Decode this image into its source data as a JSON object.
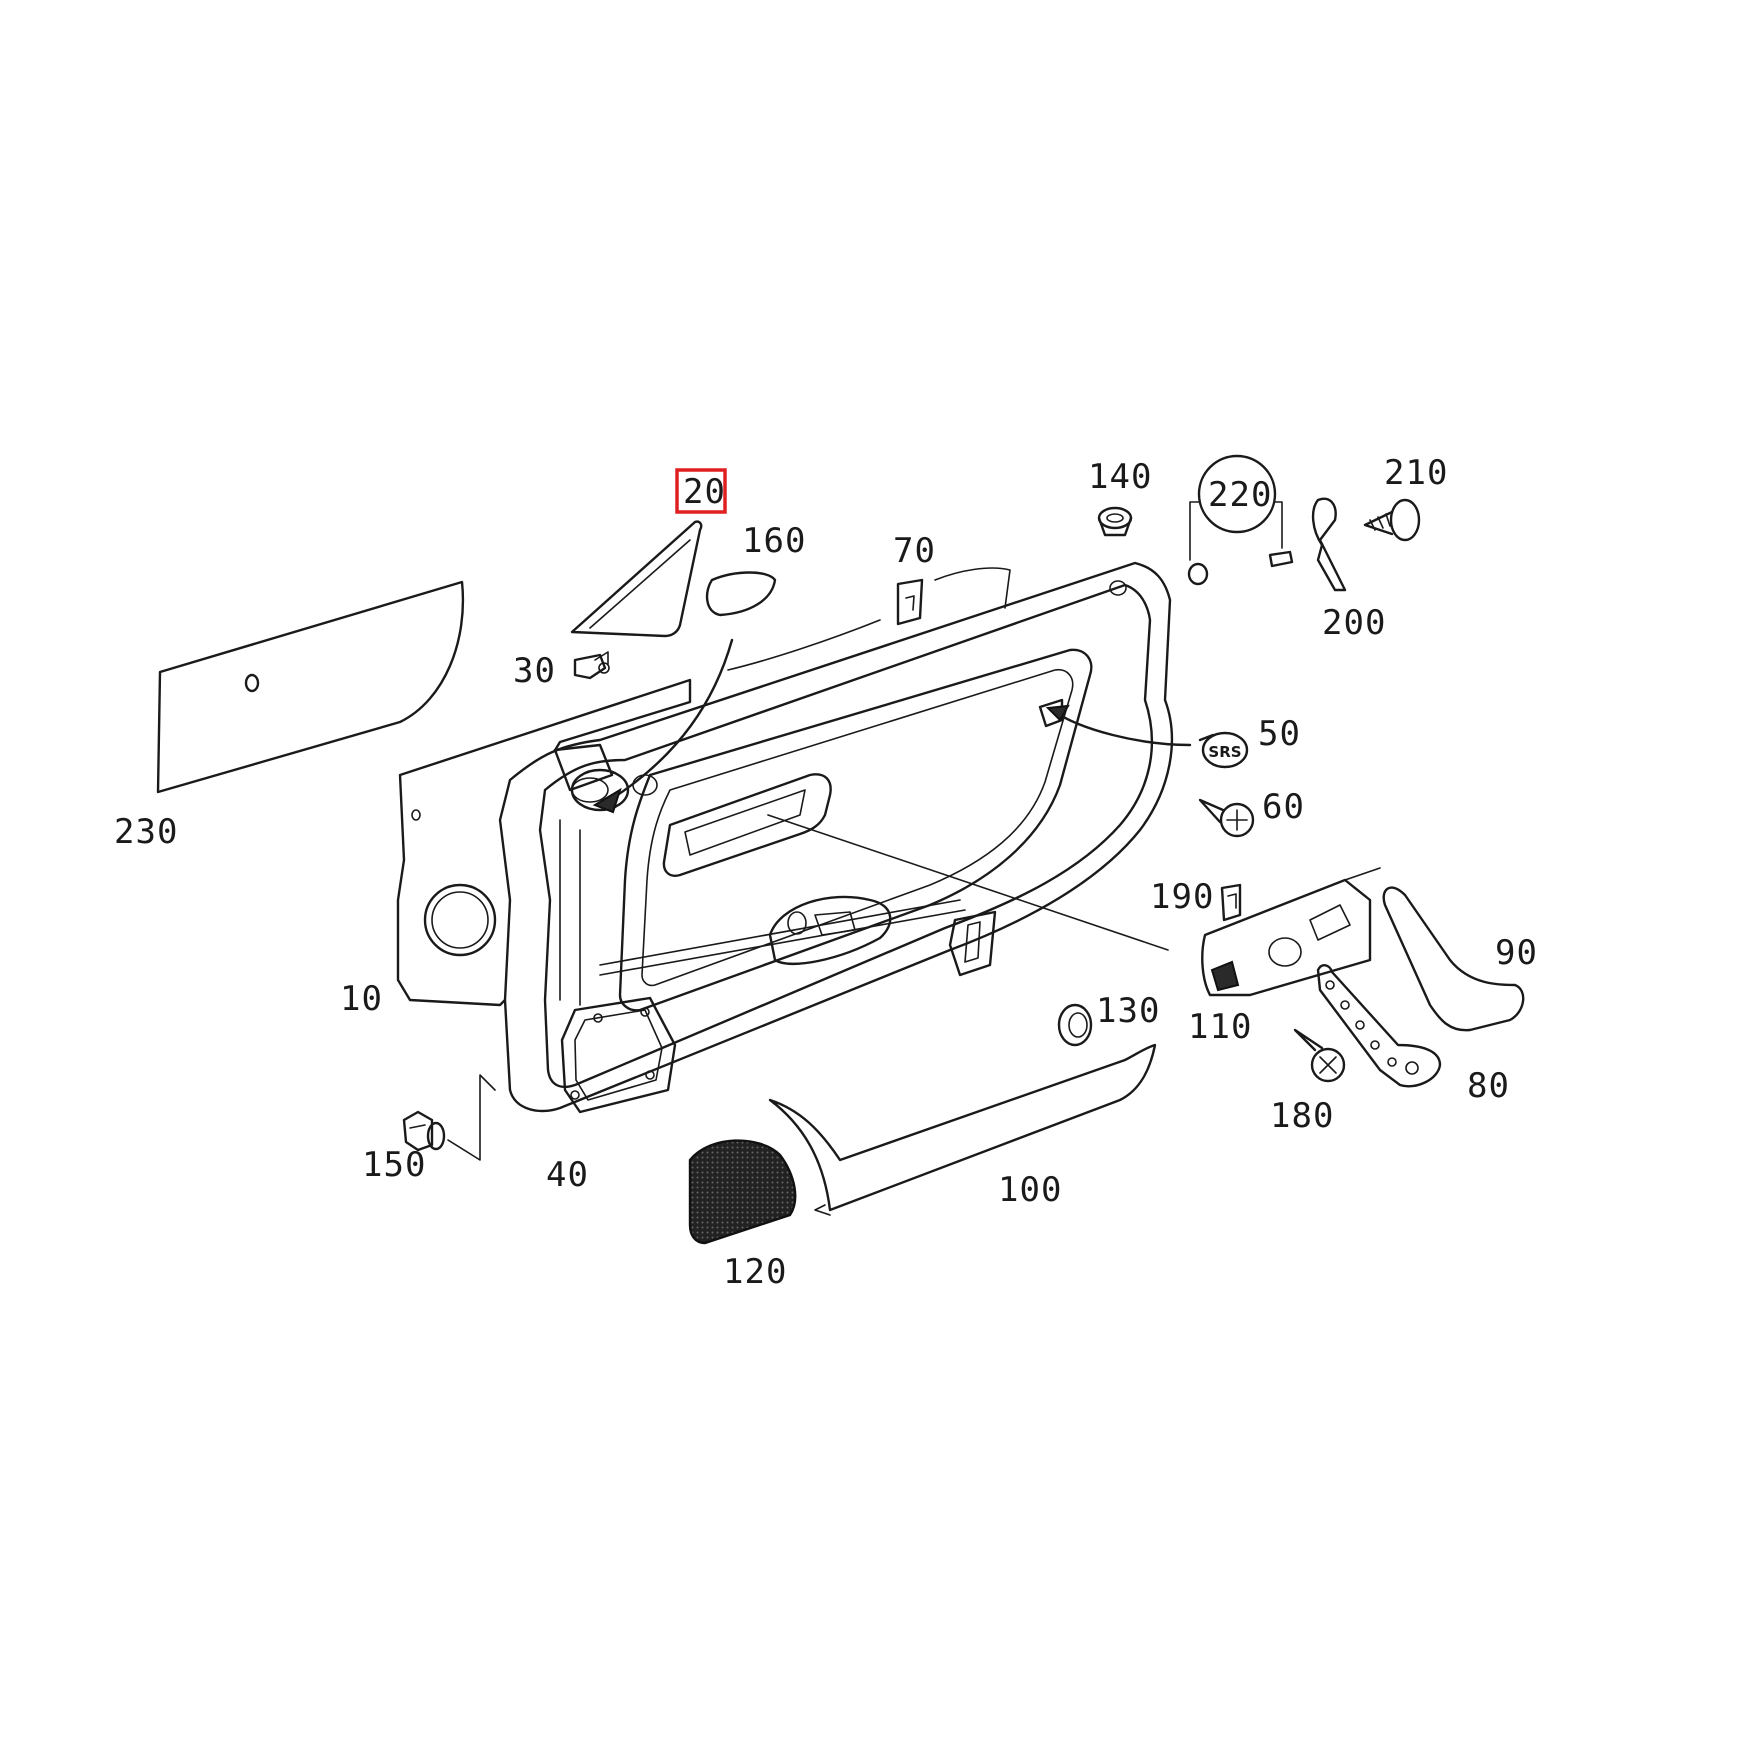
{
  "diagram": {
    "highlighted_part": "20",
    "highlight_color": "#e02020",
    "line_color": "#1a1a1a",
    "background": "#ffffff",
    "part_labels": {
      "p10": "10",
      "p20": "20",
      "p30": "30",
      "p40": "40",
      "p50": "50",
      "p60": "60",
      "p70": "70",
      "p80": "80",
      "p90": "90",
      "p100": "100",
      "p110": "110",
      "p120": "120",
      "p130": "130",
      "p140": "140",
      "p150": "150",
      "p160": "160",
      "p180": "180",
      "p190": "190",
      "p200": "200",
      "p210": "210",
      "p220": "220",
      "p230": "230"
    },
    "srs_badge_text": "SRS"
  }
}
